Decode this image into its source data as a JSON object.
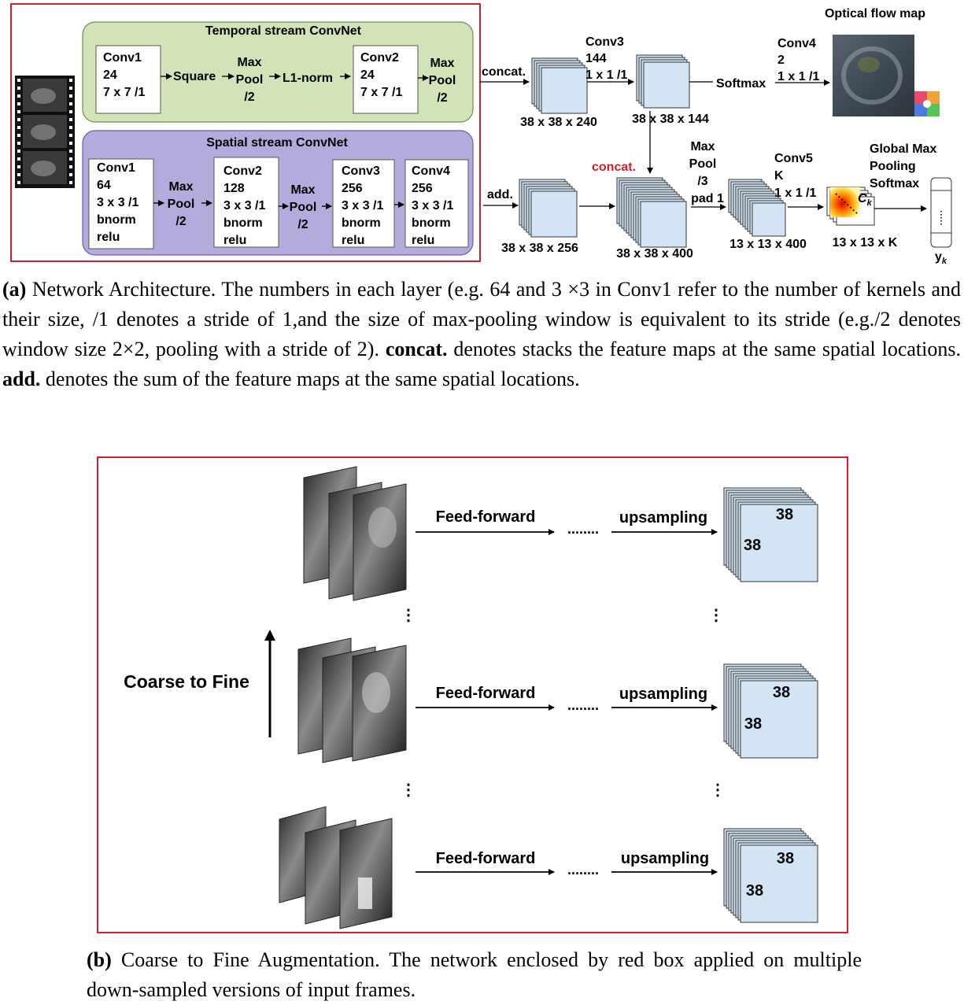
{
  "part_a": {
    "temporal": {
      "title": "Temporal stream ConvNet",
      "conv1": [
        "Conv1",
        "24",
        "7 x 7  /1"
      ],
      "square": "Square",
      "maxpool": [
        "Max",
        "Pool",
        "/2"
      ],
      "l1norm": "L1-norm",
      "conv2": [
        "Conv2",
        "24",
        "7 x 7  /1"
      ],
      "maxpool2": [
        "Max",
        "Pool",
        "/2"
      ]
    },
    "spatial": {
      "title": "Spatial stream ConvNet",
      "conv1": [
        "Conv1",
        "64",
        "3 x 3  /1",
        "bnorm",
        "relu"
      ],
      "maxpool1": [
        "Max",
        "Pool",
        "/2"
      ],
      "conv2": [
        "Conv2",
        "128",
        "3 x 3  /1",
        "bnorm",
        "relu"
      ],
      "maxpool2": [
        "Max",
        "Pool",
        "/2"
      ],
      "conv3": [
        "Conv3",
        "256",
        "3 x 3  /1",
        "bnorm",
        "relu"
      ],
      "conv4": [
        "Conv4",
        "256",
        "3 x 3  /1",
        "bnorm",
        "relu"
      ]
    },
    "concat_label": "concat.",
    "add_label": "add.",
    "concat_red_label": "concat.",
    "size_240": "38 x 38 x 240",
    "conv3": [
      "Conv3",
      "144",
      "1 x 1  /1"
    ],
    "size_144": "38 x 38 x 144",
    "softmax": "Softmax",
    "conv4": [
      "Conv4",
      "2",
      "1 x 1  /1"
    ],
    "optical_flow_title": "Optical flow map",
    "size_256": "38 x 38 x 256",
    "size_400": "38 x 38 x 400",
    "maxpool3": [
      "Max",
      "Pool",
      "/3",
      "pad 1"
    ],
    "size_13_400": "13 x 13 x 400",
    "conv5": [
      "Conv5",
      "K",
      "1 x 1  /1"
    ],
    "ck": "C",
    "ck_sub": "k",
    "size_13_k": "13 x 13 x K",
    "global_pool": [
      "Global Max",
      "Pooling",
      "Softmax"
    ],
    "yk": "y",
    "yk_sub": "k"
  },
  "caption_a": {
    "label": "(a)",
    "text1": " Network Architecture. The numbers in each layer (e.g. 64 and 3 ×3 in Conv1 refer to the number of kernels and their size, /1 denotes a stride of 1,and the size of max-pooling window is equivalent to its stride (e.g./2 denotes window size 2×2, pooling with a stride of 2). ",
    "concat_bold": "concat.",
    "text2": " denotes stacks the feature maps at the same spatial locations. ",
    "add_bold": "add.",
    "text3": " denotes the sum of the feature maps at the same spatial locations."
  },
  "part_b": {
    "coarse_to_fine": "Coarse to Fine",
    "rows": [
      {
        "feed": "Feed-forward",
        "dots": "........",
        "up": "upsampling",
        "w": "38",
        "h": "38"
      },
      {
        "feed": "Feed-forward",
        "dots": "........",
        "up": "upsampling",
        "w": "38",
        "h": "38"
      },
      {
        "feed": "Feed-forward",
        "dots": "........",
        "up": "upsampling",
        "w": "38",
        "h": "38"
      }
    ]
  },
  "caption_b": {
    "label": "(b)",
    "text": " Coarse to Fine Augmentation. The network enclosed by red box applied on multiple down-sampled versions of input frames."
  }
}
